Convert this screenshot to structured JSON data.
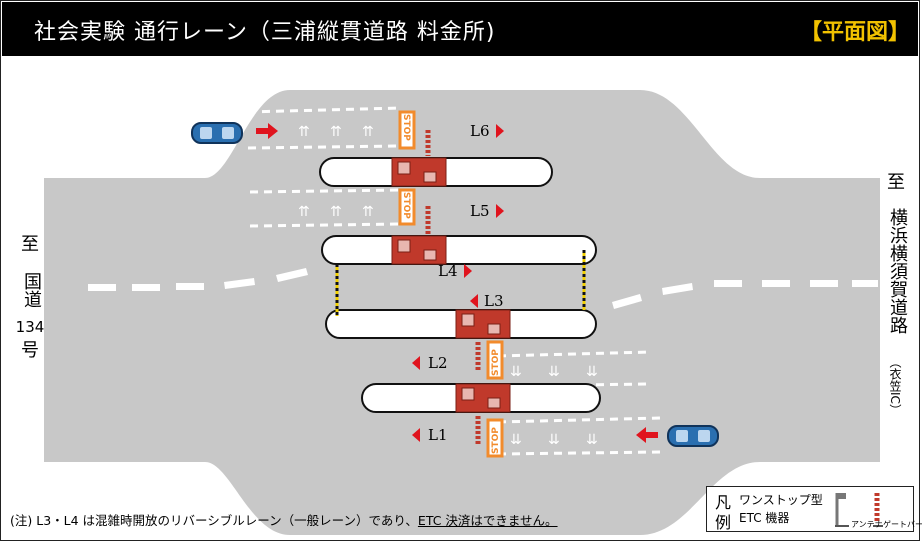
{
  "header": {
    "title": "社会実験 通行レーン（三浦縦貫道路 料金所)",
    "view_tag": "【平面図】"
  },
  "left_destination": {
    "to": "至",
    "name": "国道",
    "number": "134",
    "suffix": "号"
  },
  "right_destination": {
    "to": "至",
    "name": "横浜横須賀道路",
    "via": "（衣笠IC）"
  },
  "lanes": {
    "L6": "L6",
    "L5": "L5",
    "L4": "L4",
    "L3": "L3",
    "L2": "L2",
    "L1": "L1"
  },
  "stop_text": "STOP",
  "note": {
    "prefix": "(注) L3・L4 は混雑時開放のリバーシブルレーン（一般レーン）であり、",
    "underlined": "ETC 決済はできません。"
  },
  "legend": {
    "title_a": "凡",
    "title_b": "例",
    "item_line1": "ワンストップ型",
    "item_line2": "ETC 機器",
    "antenna_label": "アンテナ",
    "gate_label": "ゲートバー"
  },
  "colors": {
    "road": "#c8c8c8",
    "booth": "#c0392b",
    "arrow": "#e0141e",
    "stop": "#f28b2c",
    "car": "#2a6fb0",
    "title_bg": "#000000",
    "tag": "#f2c200"
  }
}
